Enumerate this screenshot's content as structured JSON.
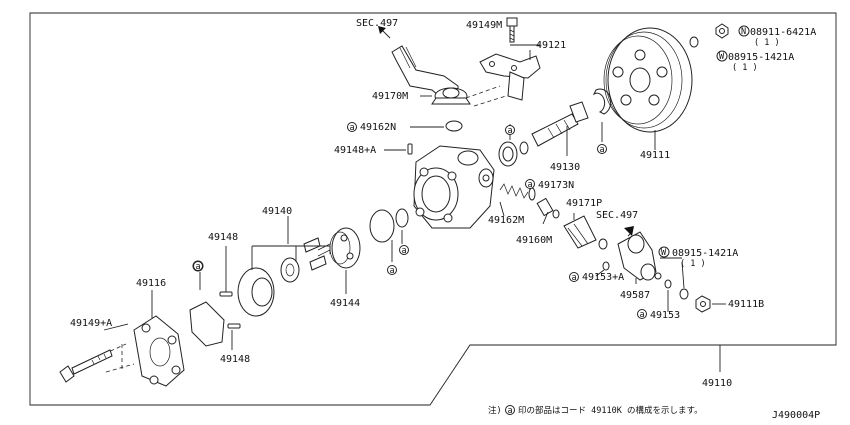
{
  "labels": {
    "sec497_top": "SEC.497",
    "p49149M": "49149M",
    "p49121": "49121",
    "n_code": "08911-6421A",
    "n_qty": "( 1 )",
    "w_code": "08915-1421A",
    "w_qty": "( 1 )",
    "p49170M": "49170M",
    "p49162N": "49162N",
    "p49148A": "49148+A",
    "p49130": "49130",
    "p49111": "49111",
    "p49173N": "49173N",
    "p49171P": "49171P",
    "sec497_mid": "SEC.497",
    "p49162M": "49162M",
    "p49160M": "49160M",
    "w2_code": "08915-1421A",
    "w2_qty": "( 1 )",
    "p49140": "49140",
    "p49148_top": "49148",
    "p49116": "49116",
    "p49153A": "49153+A",
    "p49587": "49587",
    "p49111B": "49111B",
    "p49153": "49153",
    "p49149A": "49149+A",
    "p49144": "49144",
    "p49148_bot": "49148",
    "p49110": "49110",
    "circle_a": "a",
    "circle_N": "N",
    "circle_W": "W",
    "note_prefix": "注)",
    "note_text": "印の部品はコード 49110K の構成を示します。",
    "diagram_code": "J490004P"
  }
}
